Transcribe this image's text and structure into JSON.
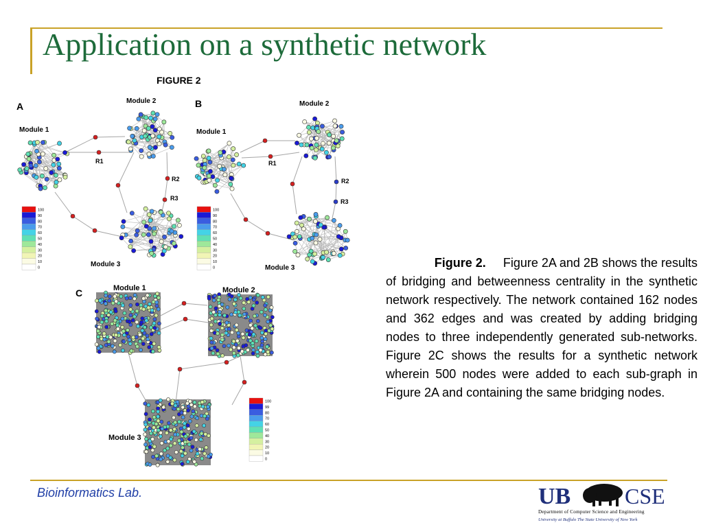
{
  "slide": {
    "title": "Application on a synthetic network"
  },
  "figure": {
    "heading": "FIGURE 2",
    "panels": [
      {
        "letter": "A",
        "module_1": "Module 1",
        "module_2": "Module 2",
        "module_3": "Module 3",
        "bridges": [
          "R1",
          "R2",
          "R3"
        ]
      },
      {
        "letter": "B",
        "module_1": "Module 1",
        "module_2": "Module 2",
        "module_3": "Module 3",
        "bridges": [
          "R1",
          "R2",
          "R3"
        ]
      },
      {
        "letter": "C",
        "module_1": "Module 1",
        "module_2": "Module 2",
        "module_3": "Module 3"
      }
    ],
    "legend_ab": [
      "100",
      "90",
      "80",
      "70",
      "60",
      "50",
      "40",
      "30",
      "20",
      "10",
      "0"
    ],
    "legend_c": [
      "100",
      "99",
      "80",
      "70",
      "60",
      "50",
      "40",
      "30",
      "20",
      "10",
      "0"
    ],
    "legend_colors": [
      "#e8110f",
      "#1a1ad6",
      "#3a5de0",
      "#4a9cec",
      "#44d3e6",
      "#5fe0b4",
      "#9ee89a",
      "#d5f0a0",
      "#f1f5b5",
      "#fbfbe4",
      "#ffffff"
    ]
  },
  "caption": {
    "label": "Figure 2.",
    "first_line": "Figure 2A and 2B shows the results",
    "body": "of bridging and betweenness centrality in the synthetic network respectively. The network contained 162 nodes and 362 edges and was created by adding bridging nodes to three independently generated sub-networks. Figure 2C shows the results for a synthetic network wherein 500 nodes were added to each sub-graph in Figure 2A and containing the same bridging nodes."
  },
  "footer": {
    "lab": "Bioinformatics Lab.",
    "dept_line": "Department of Computer Science and Engineering",
    "univ_line": "University at Buffalo The State University of New York",
    "ub_mark": "UB",
    "cse_mark": "CSE"
  }
}
